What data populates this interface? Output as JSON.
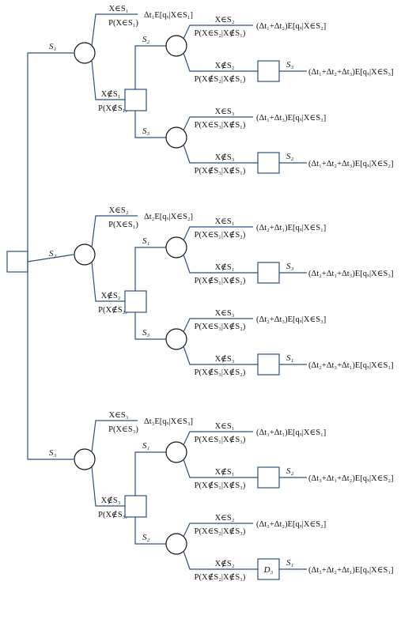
{
  "root": {
    "label": ""
  },
  "strategies": [
    {
      "label": "S₁",
      "success": {
        "condition": "X∈S₁",
        "prob": "P(X∈S₁)",
        "value": "Δt₁E[qₓ|X∈S₁]"
      },
      "failure": {
        "condition": "X∉S₁",
        "prob": "P(X∉S₁)"
      },
      "next": [
        {
          "label": "S₂",
          "success": {
            "condition": "X∈S₂",
            "prob": "P(X∈S₂|X∉S₁)",
            "value": "(Δt₁+Δt₂)E[qₓ|X∈S₂]"
          },
          "failure": {
            "condition": "X∉S₂",
            "prob": "P(X∉S₂|X∉S₁)"
          },
          "final_label": "S₃",
          "final_value": "(Δt₁+Δt₂+Δt₃)E[qₓ|X∈S₃]"
        },
        {
          "label": "S₃",
          "success": {
            "condition": "X∈S₃",
            "prob": "P(X∈S₃|X∉S₁)",
            "value": "(Δt₁+Δt₃)E[qₓ|X∈S₃]"
          },
          "failure": {
            "condition": "X∉S₃",
            "prob": "P(X∉S₃|X∉S₁)"
          },
          "final_label": "S₂",
          "final_value": "(Δt₁+Δt₂+Δt₃)E[qₓ|X∈S₂]"
        }
      ]
    },
    {
      "label": "S₂",
      "success": {
        "condition": "X∈S₂",
        "prob": "P(X∈S₁)",
        "value": "Δt₂E[qₓ|X∈S₂]"
      },
      "failure": {
        "condition": "X∉S₂",
        "prob": "P(X∉S₂)"
      },
      "next": [
        {
          "label": "S₁",
          "success": {
            "condition": "X∈S₁",
            "prob": "P(X∈S₁|X∉S₂)",
            "value": "(Δt₂+Δt₁)E[qₓ|X∈S₁]"
          },
          "failure": {
            "condition": "X∉S₁",
            "prob": "P(X∉S₁|X∉S₂)"
          },
          "final_label": "S₃",
          "final_value": "(Δt₂+Δt₁+Δt₃)E[qₓ|X∈S₃]"
        },
        {
          "label": "S₃",
          "success": {
            "condition": "X∈S₃",
            "prob": "P(X∈S₃|X∉S₂)",
            "value": "(Δt₂+Δt₃)E[qₓ|X∈S₃]"
          },
          "failure": {
            "condition": "X∉S₃",
            "prob": "P(X∉S₃|X∉S₂)"
          },
          "final_label": "S₁",
          "final_value": "(Δt₂+Δt₃+Δt₁)E[qₓ|X∈S₁]"
        }
      ]
    },
    {
      "label": "S₃",
      "success": {
        "condition": "X∈S₃",
        "prob": "P(X∈S₃)",
        "value": "Δt₃E[qₓ|X∈S₃]"
      },
      "failure": {
        "condition": "X∉S₃",
        "prob": "P(X∉S₃)"
      },
      "next": [
        {
          "label": "S₁",
          "success": {
            "condition": "X∈S₁",
            "prob": "P(X∈S₁|X∉S₃)",
            "value": "(Δt₃+Δt₁)E[qₓ|X∈S₁]"
          },
          "failure": {
            "condition": "X∉S₁",
            "prob": "P(X∉S₁|X∉S₃)"
          },
          "final_label": "S₂",
          "final_value": "(Δt₃+Δt₁+Δt₂)E[qₓ|X∈S₂]"
        },
        {
          "label": "S₂",
          "success": {
            "condition": "X∈S₂",
            "prob": "P(X∈S₂|X∉S₃)",
            "value": "(Δt₃+Δt₂)E[qₓ|X∈S₂]"
          },
          "failure": {
            "condition": "X∉S₂",
            "prob": "P(X∉S₂|X∉S₃)"
          },
          "final_label": "S₁",
          "final_box_label": "D₃",
          "final_value": "(Δt₃+Δt₂+Δt₁)E[qₓ|X∈S₁]"
        }
      ]
    }
  ]
}
